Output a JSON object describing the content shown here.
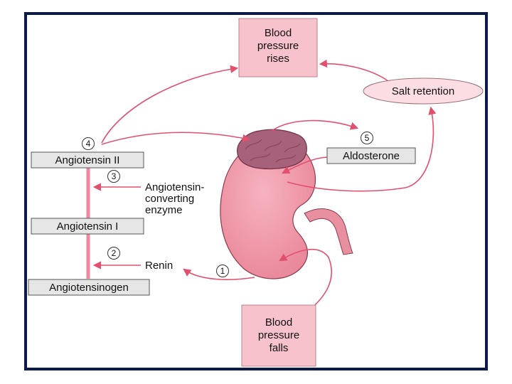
{
  "colors": {
    "frame": "#0b1a4a",
    "box_pink": "#f7c2cc",
    "box_gray": "#e6e6e6",
    "arrow": "#e2506e",
    "kidney": "#f29cac",
    "adrenal": "#a6627a"
  },
  "boxes": {
    "bp_rises": [
      "Blood",
      "pressure",
      "rises"
    ],
    "bp_falls": [
      "Blood",
      "pressure",
      "falls"
    ],
    "salt_retention": "Salt retention",
    "aldosterone": "Aldosterone",
    "angiotensin_ii": "Angiotensin II",
    "angiotensin_i": "Angiotensin I",
    "angiotensinogen": "Angiotensinogen"
  },
  "labels": {
    "ace": [
      "Angiotensin-",
      "converting",
      "enzyme"
    ],
    "renin": "Renin"
  },
  "steps": [
    "1",
    "2",
    "3",
    "4",
    "5"
  ]
}
